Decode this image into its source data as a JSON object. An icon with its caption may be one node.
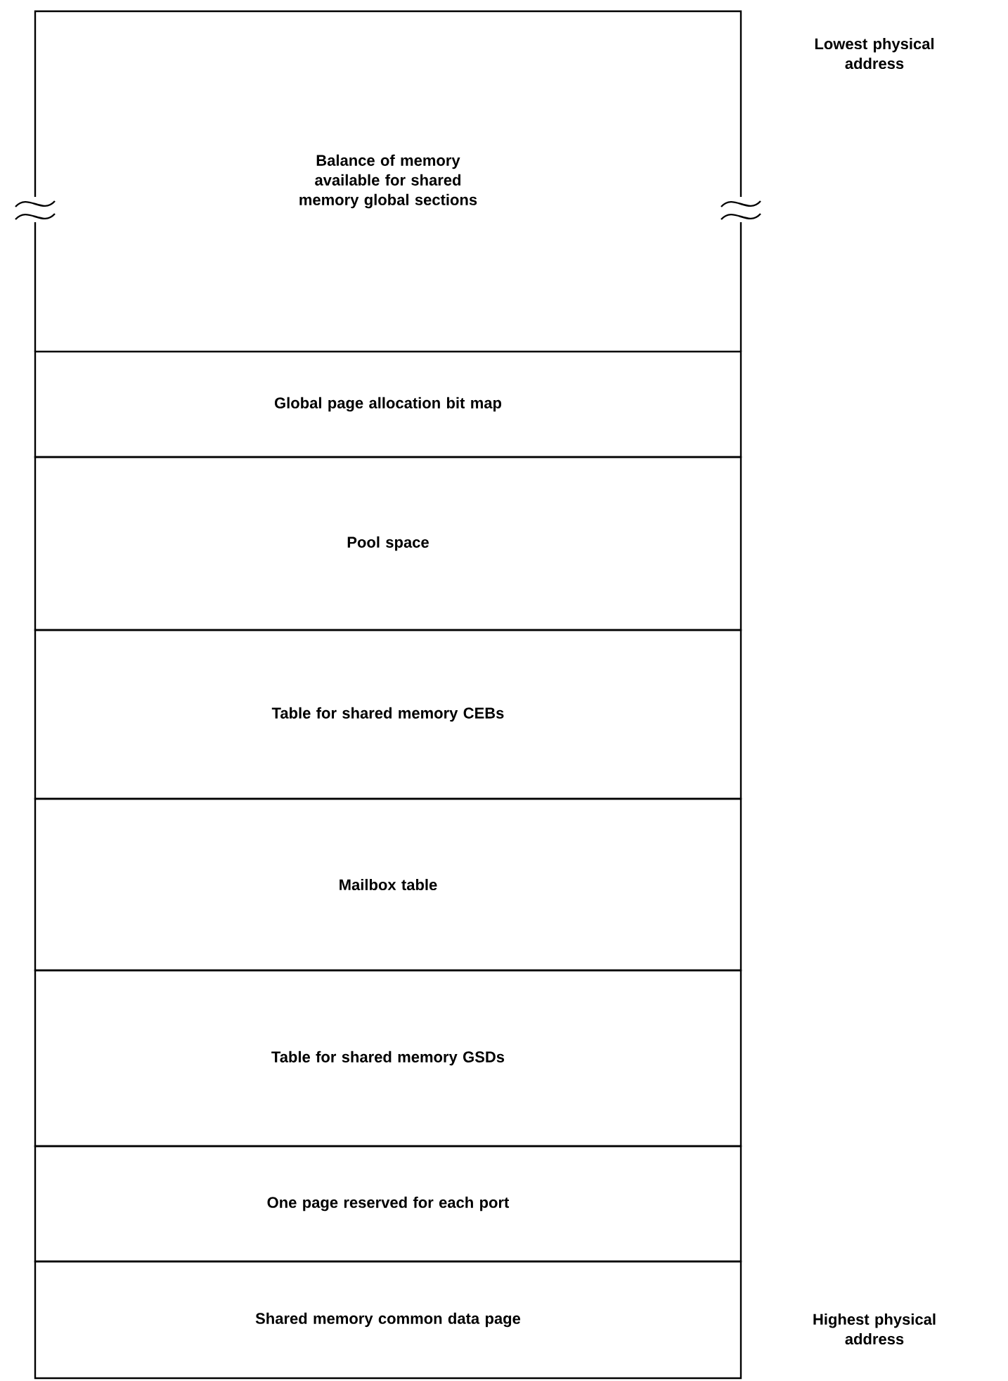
{
  "diagram": {
    "nodes": [
      {
        "text": [
          "Balance of memory available for shared memory global sections"
        ]
      },
      {
        "text": [
          "Global page allocation bit map"
        ]
      },
      {
        "text": [
          "Pool space"
        ]
      },
      {
        "text": [
          "Table for shared memory CEBs"
        ]
      },
      {
        "text": [
          "Mailbox table"
        ]
      },
      {
        "text": [
          "Table for shared memory GSDs"
        ]
      },
      {
        "text": [
          "One page reserved for each port"
        ]
      },
      {
        "text": [
          "Shared memory common data page"
        ]
      }
    ],
    "labels": [
      "Lowest physical address",
      "Highest physical address"
    ]
  }
}
